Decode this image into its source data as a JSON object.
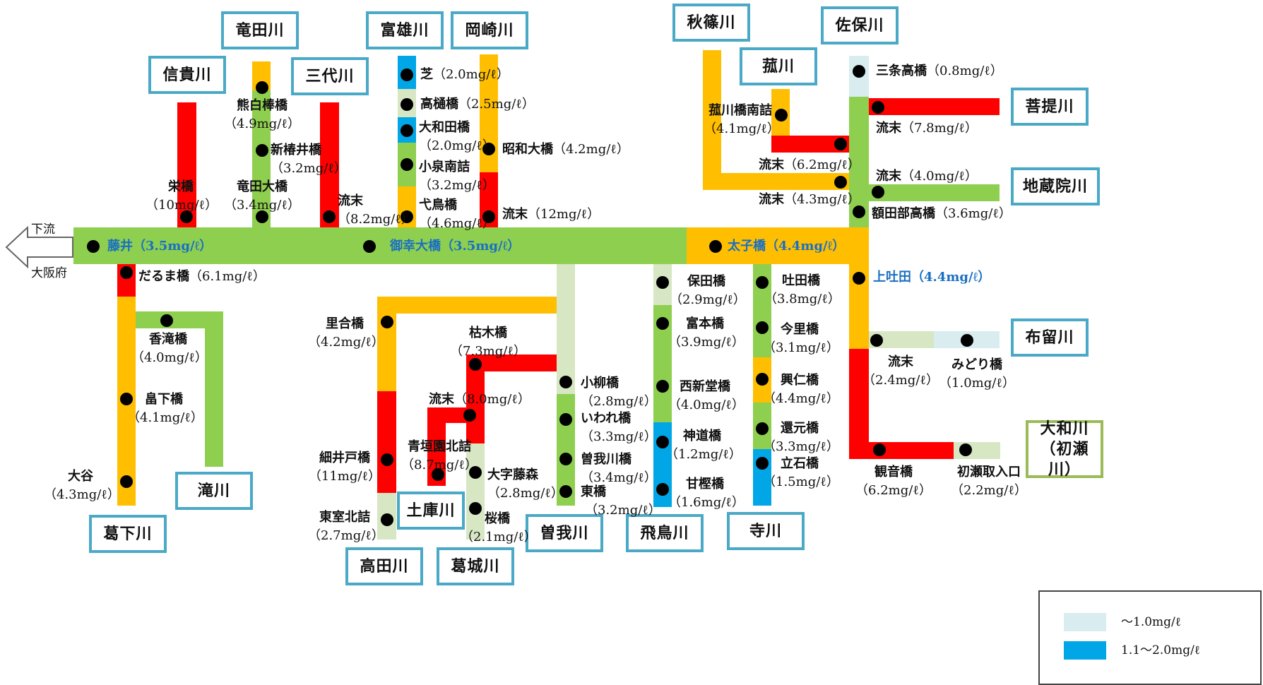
{
  "left_label_downstream": "下流",
  "left_label_osaka": "大阪府",
  "rivers": {
    "tatsuta": "竜田川",
    "tomio": "富雄川",
    "okazaki": "岡崎川",
    "akishino": "秋篠川",
    "saho": "佐保川",
    "nobuki": "信貴川",
    "miyo": "三代川",
    "komo": "菰川",
    "bodai": "菩提川",
    "jizoin": "地蔵院川",
    "furu": "布留川",
    "yamato": "大和川\n（初瀬川）",
    "takigawa": "滝川",
    "katsuge": "葛下川",
    "tsuchikura": "土庫川",
    "soga": "曽我川",
    "asuka": "飛鳥川",
    "tera": "寺川",
    "takada": "高田川",
    "katsuragi": "葛城川"
  },
  "stations": {
    "kumashiro_n": "熊白棒橋",
    "kumashiro_v": "（4.9mg/ℓ）",
    "shintsubai_n": "新椿井橋",
    "shintsubai_v": "（3.2mg/ℓ）",
    "tatsutaohashi_n": "竜田大橋",
    "tatsutaohashi_v": "（3.4mg/ℓ）",
    "sakae_n": "栄橋",
    "sakae_v": "（10mg/ℓ）",
    "miyo_ryumatsu_n": "流末",
    "miyo_ryumatsu_v": "（8.2mg/ℓ）",
    "shiba_n": "芝",
    "shiba_v": "（2.0mg/ℓ）",
    "takahi_n": "高樋橋",
    "takahi_v": "（2.5mg/ℓ）",
    "owada_n": "大和田橋",
    "owada_v": "（2.0mg/ℓ）",
    "koizumi_n": "小泉南詰",
    "koizumi_v": "（3.2mg/ℓ）",
    "yokuto_n": "弋鳥橋",
    "yokuto_v": "（4.6mg/ℓ）",
    "showa_n": "昭和大橋",
    "showa_v": "（4.2mg/ℓ）",
    "okazaki_ryumatsu_n": "流末",
    "okazaki_ryumatsu_v": "（12mg/ℓ）",
    "fujii_n": "藤井",
    "fujii_v": "（3.5mg/ℓ）",
    "goko_n": "御幸大橋",
    "goko_v": "（3.5mg/ℓ）",
    "taishi_n": "太子橋",
    "taishi_v": "（4.4mg/ℓ）",
    "kamitoda_n": "上吐田",
    "kamitoda_v": "（4.4mg/ℓ）",
    "komokita_n": "菰川橋南詰",
    "komokita_v": "（4.1mg/ℓ）",
    "komo_ryumatsu_n": "流末",
    "komo_ryumatsu_v": "（6.2mg/ℓ）",
    "akishino_ryumatsu_n": "流末",
    "akishino_ryumatsu_v": "（4.3mg/ℓ）",
    "sanjo_n": "三条高橋",
    "sanjo_v": "（0.8mg/ℓ）",
    "bodai_ryumatsu_n": "流末",
    "bodai_ryumatsu_v": "（7.8mg/ℓ）",
    "jizo_ryumatsu_n": "流末",
    "jizo_ryumatsu_v": "（4.0mg/ℓ）",
    "nukatabe_n": "額田部高橋",
    "nukatabe_v": "（3.6mg/ℓ）",
    "furu_ryumatsu_n": "流末",
    "furu_ryumatsu_v": "（2.4mg/ℓ）",
    "midori_n": "みどり橋",
    "midori_v": "（1.0mg/ℓ）",
    "kannon_n": "観音橋",
    "kannon_v": "（6.2mg/ℓ）",
    "hatsuse_n": "初瀬取入口",
    "hatsuse_v": "（2.2mg/ℓ）",
    "daruma_n": "だるま橋",
    "daruma_v": "（6.1mg/ℓ）",
    "kotaki_n": "香滝橋",
    "kotaki_v": "（4.0mg/ℓ）",
    "hatake_n": "畠下橋",
    "hatake_v": "（4.1mg/ℓ）",
    "otani_n": "大谷",
    "otani_v": "（4.3mg/ℓ）",
    "sato_n": "里合橋",
    "sato_v": "（4.2mg/ℓ）",
    "hosoido_n": "細井戸橋",
    "hosoido_v": "（11mg/ℓ）",
    "higashimuro_n": "東室北詰",
    "higashimuro_v": "（2.7mg/ℓ）",
    "karegi_n": "枯木橋",
    "karegi_v": "（7.3mg/ℓ）",
    "tsuchi_ryumatsu_n": "流末",
    "tsuchi_ryumatsu_v": "（8.0mg/ℓ）",
    "aogaki_n": "青垣園北詰",
    "aogaki_v": "（8.7mg/ℓ）",
    "oaza_n": "大字藤森",
    "oaza_v": "（2.8mg/ℓ）",
    "sakura_n": "桜橋",
    "sakura_v": "（2.1mg/ℓ）",
    "koyanagi_n": "小柳橋",
    "koyanagi_v": "（2.8mg/ℓ）",
    "iware_n": "いわれ橋",
    "iware_v": "（3.3mg/ℓ）",
    "sogagawa_n": "曽我川橋",
    "sogagawa_v": "（3.4mg/ℓ）",
    "azuma_n": "東橋",
    "azuma_v": "（3.2mg/ℓ）",
    "hota_n": "保田橋",
    "hota_v": "（2.9mg/ℓ）",
    "tomimoto_n": "富本橋",
    "tomimoto_v": "（3.9mg/ℓ）",
    "nishishindo_n": "西新堂橋",
    "nishishindo_v": "（4.0mg/ℓ）",
    "shindo_n": "神道橋",
    "shindo_v": "（1.2mg/ℓ）",
    "amakashi_n": "甘樫橋",
    "amakashi_v": "（1.6mg/ℓ）",
    "toda_n": "吐田橋",
    "toda_v": "（3.8mg/ℓ）",
    "imazato_n": "今里橋",
    "imazato_v": "（3.1mg/ℓ）",
    "kojin_n": "興仁橋",
    "kojin_v": "（4.4mg/ℓ）",
    "kangen_n": "還元橋",
    "kangen_v": "（3.3mg/ℓ）",
    "tateishi_n": "立石橋",
    "tateishi_v": "（1.5mg/ℓ）"
  },
  "legend": {
    "items": [
      {
        "label": "～1.0mg/ℓ",
        "color": "#d9ecf0"
      },
      {
        "label": "1.1～2.0mg/ℓ",
        "color": "#00a6e6"
      }
    ]
  },
  "colors": {
    "very_light_blue": "#d9ecf0",
    "blue": "#00a6e6",
    "light_green": "#d7e6c3",
    "green": "#8ecf4f",
    "yellow": "#ffbf00",
    "red": "#ff0000",
    "box_border": "#4aa9c6",
    "yamato_box_border": "#9bbb59",
    "highlight_text": "#1a6fc2"
  }
}
